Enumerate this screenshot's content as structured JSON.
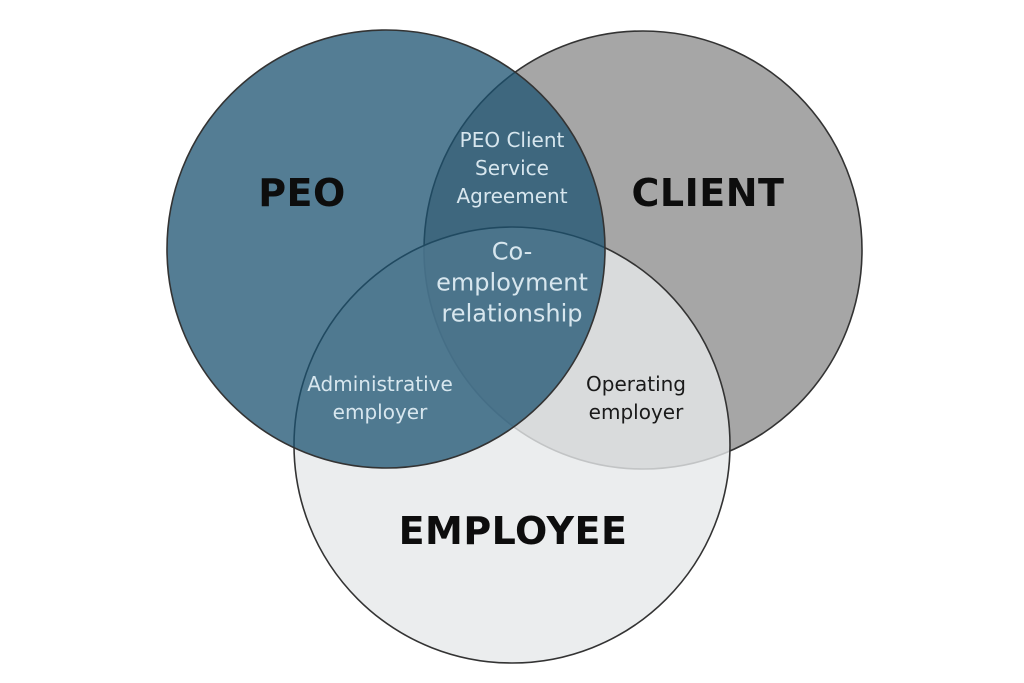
{
  "venn": {
    "background_color": "#ffffff",
    "outline_color": "#333333",
    "label_color_dark": "#1a1a1a",
    "label_color_light": "#d7e6ee",
    "circles": {
      "peo": {
        "label": "PEO",
        "fill": "#1b5270",
        "fill_opacity": "0.75"
      },
      "client": {
        "label": "CLIENT",
        "fill": "#a6a6a6",
        "fill_opacity": "1"
      },
      "employee": {
        "label": "EMPLOYEE",
        "fill": "#e6e9ea",
        "fill_opacity": "0.8"
      }
    },
    "overlaps": {
      "peo_client": {
        "label": "PEO Client\nService\nAgreement"
      },
      "peo_client_employee": {
        "label": "Co-\nemployment\nrelationship"
      },
      "peo_employee": {
        "label": "Administrative\nemployer"
      },
      "client_employee": {
        "label": "Operating\nemployer"
      }
    }
  }
}
